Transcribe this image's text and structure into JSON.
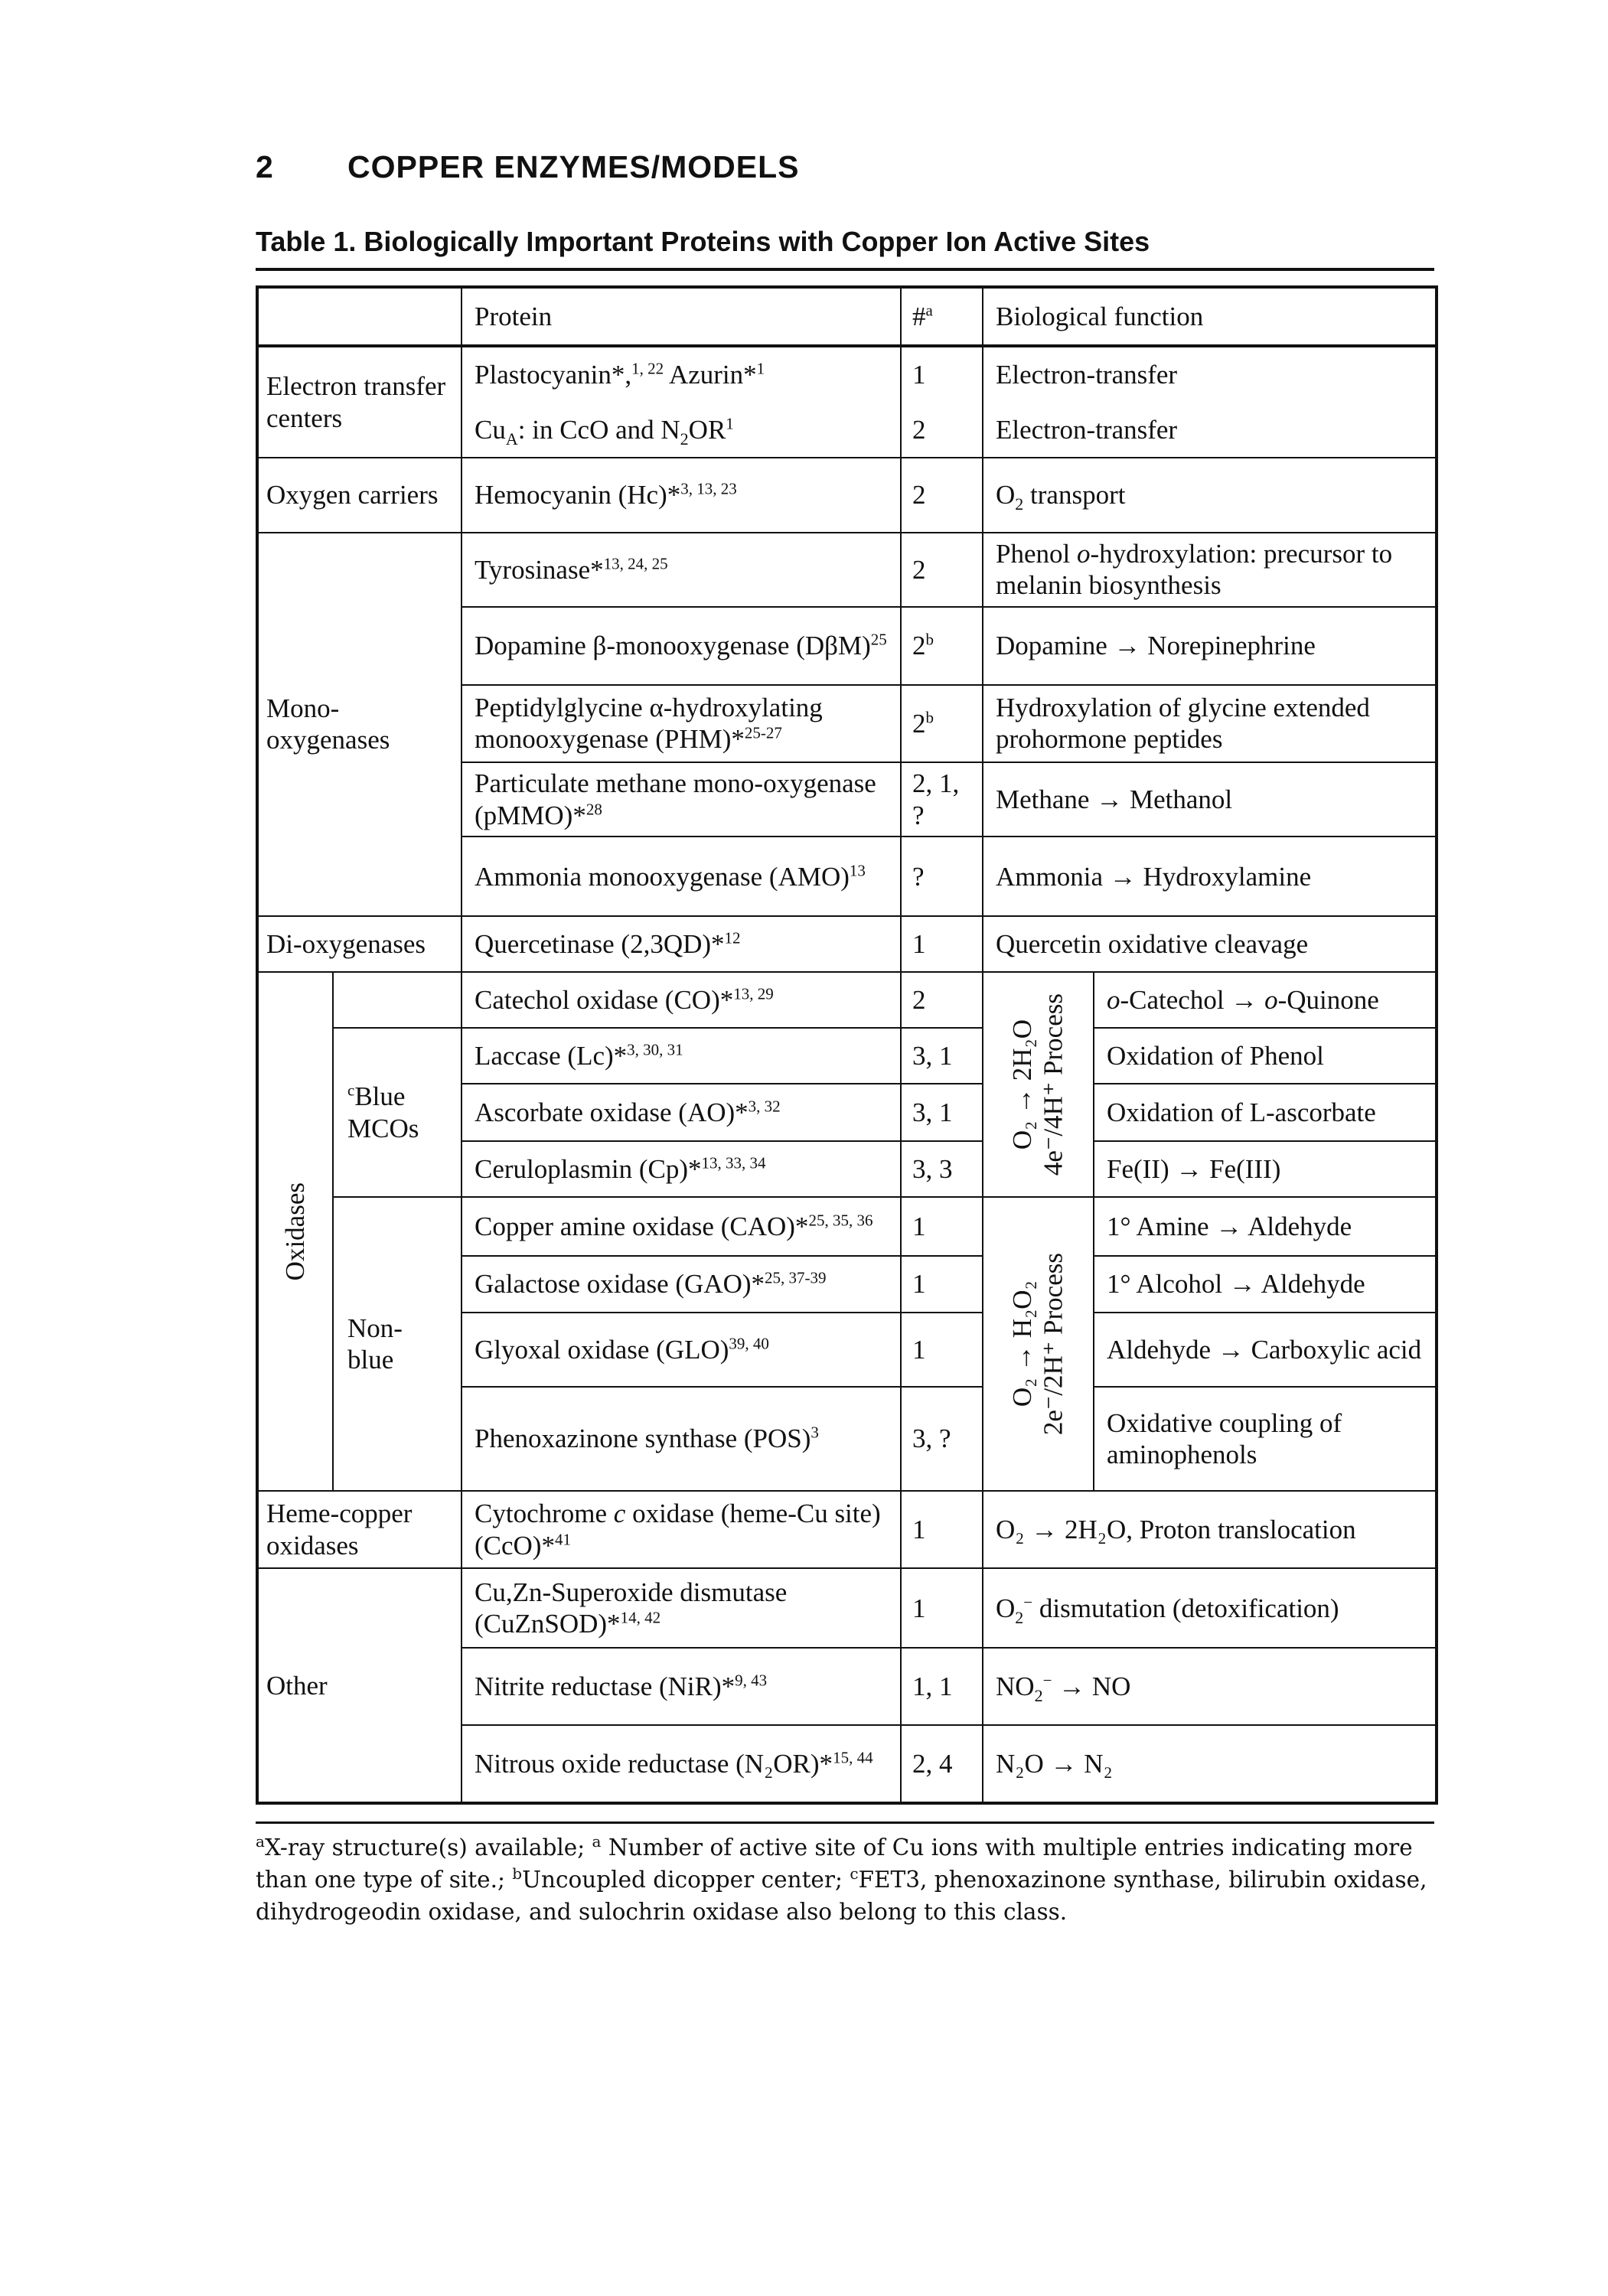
{
  "header": {
    "page_number": "2",
    "running_title": "COPPER ENZYMES/MODELS"
  },
  "caption": "Table 1. Biologically Important Proteins with Copper Ion Active Sites",
  "columns": {
    "protein": "Protein",
    "number": "#",
    "number_sup": "a",
    "function": "Biological function"
  },
  "categories": {
    "electron_transfer": "Electron transfer centers",
    "oxygen_carriers": "Oxygen carriers",
    "monooxygenases": "Mono-oxygenases",
    "dioxygenases": "Di-oxygenases",
    "oxidases": "Oxidases",
    "blue_mcos": "Blue MCOs",
    "blue_mcos_sup": "c",
    "nonblue": "Non-blue",
    "heme_copper": "Heme-copper oxidases",
    "other": "Other"
  },
  "process_labels": {
    "blue_line1": "O₂ → 2H₂O",
    "blue_line2": "4e⁻/4H⁺ Process",
    "nonblue_line1": "O₂ → H₂O₂",
    "nonblue_line2": "2e⁻/2H⁺ Process"
  },
  "rows": [
    {
      "protein": "Plastocyanin*,",
      "protein_sup": "1, 22",
      "protein_b": " Azurin*",
      "protein_b_sup": "1",
      "number": "1",
      "function": "Electron-transfer"
    },
    {
      "protein": "Cu",
      "protein_sub": "A",
      "protein_b": ": in CcO and N",
      "protein_b_sub": "2",
      "protein_c": "OR",
      "protein_sup": "1",
      "number": "2",
      "function": "Electron-transfer"
    },
    {
      "protein": "Hemocyanin (Hc)*",
      "protein_sup": "3, 13, 23",
      "number": "2",
      "function_a": "O",
      "function_sub": "2",
      "function_b": " transport"
    },
    {
      "protein": "Tyrosinase*",
      "protein_sup": "13, 24, 25",
      "number": "2",
      "function_a": "Phenol ",
      "function_i": "o",
      "function_b": "-hydroxylation: precursor to melanin biosynthesis"
    },
    {
      "protein": "Dopamine β-monooxygenase (DβM)",
      "protein_sup": "25",
      "number": "2",
      "number_sup": "b",
      "function": "Dopamine → Norepinephrine"
    },
    {
      "protein": "Peptidylglycine α-hydroxylating monooxygenase (PHM)*",
      "protein_sup": "25-27",
      "number": "2",
      "number_sup": "b",
      "function": "Hydroxylation of glycine extended prohormone peptides"
    },
    {
      "protein": "Particulate methane mono-oxygenase (pMMO)*",
      "protein_sup": "28",
      "number": "2, 1, ?",
      "function": "Methane → Methanol"
    },
    {
      "protein": "Ammonia monooxygenase (AMO)",
      "protein_sup": "13",
      "number": "?",
      "function": "Ammonia → Hydroxylamine"
    },
    {
      "protein": "Quercetinase (2,3QD)*",
      "protein_sup": "12",
      "number": "1",
      "function": "Quercetin oxidative cleavage"
    },
    {
      "protein": "Catechol oxidase (CO)*",
      "protein_sup": "13, 29",
      "number": "2",
      "function_i": "o",
      "function_a": "-Catechol → ",
      "function_i2": "o",
      "function_b": "-Quinone"
    },
    {
      "protein": "Laccase (Lc)*",
      "protein_sup": "3, 30, 31",
      "number": "3, 1",
      "function": "Oxidation of Phenol"
    },
    {
      "protein": "Ascorbate oxidase (AO)*",
      "protein_sup": "3, 32",
      "number": "3, 1",
      "function": "Oxidation of L-ascorbate"
    },
    {
      "protein": "Ceruloplasmin (Cp)*",
      "protein_sup": "13, 33, 34",
      "number": "3, 3",
      "function": "Fe(II) → Fe(III)"
    },
    {
      "protein": "Copper amine oxidase (CAO)*",
      "protein_sup": "25, 35, 36",
      "number": "1",
      "function": "1° Amine → Aldehyde"
    },
    {
      "protein": "Galactose oxidase (GAO)*",
      "protein_sup": "25, 37-39",
      "number": "1",
      "function": "1° Alcohol → Aldehyde"
    },
    {
      "protein": "Glyoxal oxidase (GLO)",
      "protein_sup": "39, 40",
      "number": "1",
      "function": "Aldehyde → Carboxylic acid"
    },
    {
      "protein": "Phenoxazinone synthase (POS)",
      "protein_sup": "3",
      "number": "3, ?",
      "function": "Oxidative coupling of aminophenols"
    },
    {
      "protein_a": "Cytochrome ",
      "protein_i": "c",
      "protein_b": " oxidase (heme-Cu site) (CcO)*",
      "protein_sup": "41",
      "number": "1",
      "function": "O₂ → 2H₂O, Proton translocation"
    },
    {
      "protein": "Cu,Zn-Superoxide dismutase (CuZnSOD)*",
      "protein_sup": "14, 42",
      "number": "1",
      "function_a": "O",
      "function_sub": "2",
      "function_sup": "−",
      "function_b": " dismutation (detoxification)"
    },
    {
      "protein": "Nitrite reductase (NiR)*",
      "protein_sup": "9, 43",
      "number": "1, 1",
      "function_a": "NO",
      "function_sub": "2",
      "function_sup": "−",
      "function_b": " → NO"
    },
    {
      "protein": "Nitrous oxide reductase (N₂OR)*",
      "protein_sup": "15, 44",
      "number": "2, 4",
      "function": "N₂O → N₂"
    }
  ],
  "footnote": {
    "sup1": "a",
    "text1": "X-ray structure(s) available; ",
    "sup2": "a",
    "text2": " Number of active site of Cu ions with multiple entries indicating more than one type of site.; ",
    "sup3": "b",
    "text3": "Uncoupled dicopper center; ",
    "sup4": "c",
    "text4": "FET3, phenoxazinone synthase, bilirubin oxidase, dihydrogeodin oxidase, and sulochrin oxidase also belong to this class."
  }
}
